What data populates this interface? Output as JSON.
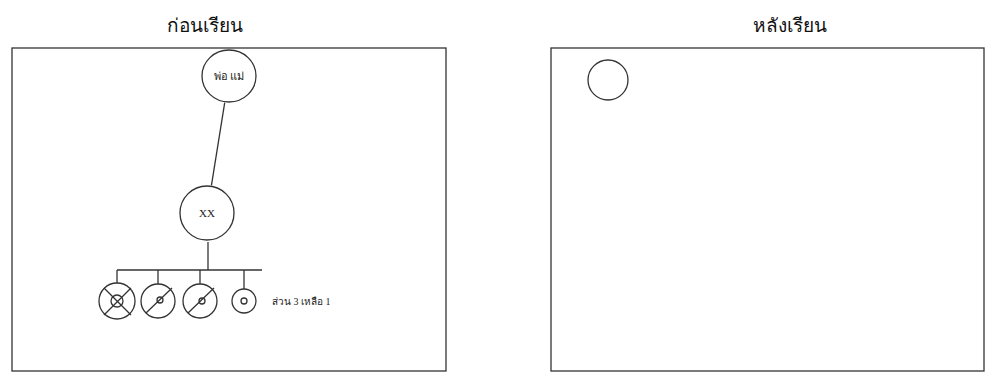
{
  "diagram": {
    "nodes": [
      {
        "text": [
          "พ่อ แม่"
        ]
      },
      {
        "text": [
          "XX"
        ]
      }
    ],
    "edges": [
      {
        "from": 0,
        "to": 1,
        "arrow": "none"
      }
    ],
    "labels": [
      "ก่อนเรียน",
      "หลังเรียน",
      "ส่วน 3 เหลือ 1"
    ]
  }
}
